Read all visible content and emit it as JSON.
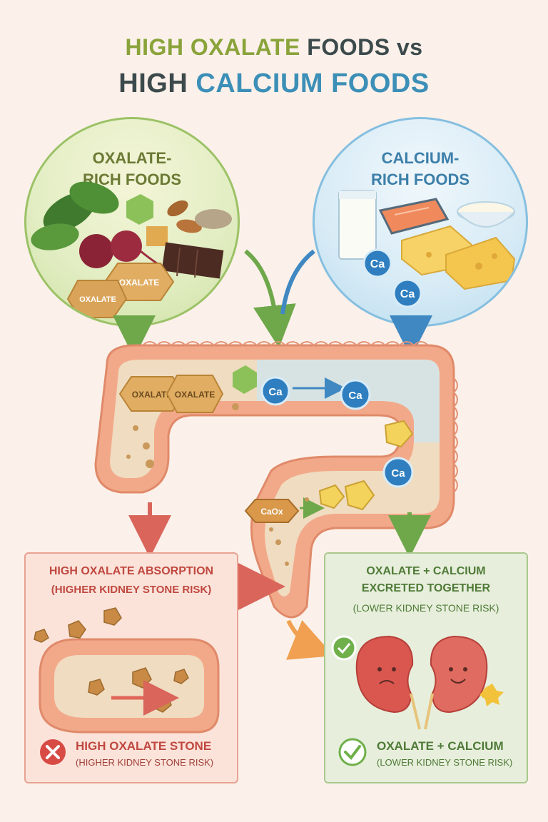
{
  "title": {
    "line1_part1": "HIGH OXALATE",
    "line1_part2": "FOODS vs",
    "line2_part1": "HIGH",
    "line2_part2": "CALCIUM FOODS"
  },
  "oxalate_circle": {
    "label_line1": "OXALATE-",
    "label_line2": "RICH FOODS",
    "crystal_label_1": "OXALATE",
    "crystal_label_2": "OXALATE"
  },
  "calcium_circle": {
    "label_line1": "CALCIUM-",
    "label_line2": "RICH FOODS",
    "ion_label_1": "Ca",
    "ion_label_2": "Ca"
  },
  "intestine": {
    "crystal_label_1": "OXALATE",
    "crystal_label_2": "OXALATE",
    "ion_label_1": "Ca",
    "ion_label_2": "Ca",
    "ion_label_3": "Ca",
    "compound_label": "CaOx"
  },
  "left_box": {
    "heading": "HIGH OXALATE ABSORPTION",
    "subheading": "(HIGHER KIDNEY STONE RISK)",
    "footer_heading": "HIGH OXALATE STONE",
    "footer_sub": "(HIGHER KIDNEY STONE RISK)"
  },
  "right_box": {
    "heading_line1": "OXALATE + CALCIUM",
    "heading_line2": "EXCRETED TOGETHER",
    "subheading": "(LOWER KIDNEY STONE RISK)",
    "footer_heading": "OXALATE + CALCIUM",
    "footer_sub": "(LOWER KIDNEY STONE RISK)"
  },
  "colors": {
    "oxalate_green": "#8aa33a",
    "calcium_blue": "#3c8fb7",
    "risk_red": "#c0483f",
    "safe_green": "#4f7a37",
    "intestine": "#f2a98a"
  }
}
